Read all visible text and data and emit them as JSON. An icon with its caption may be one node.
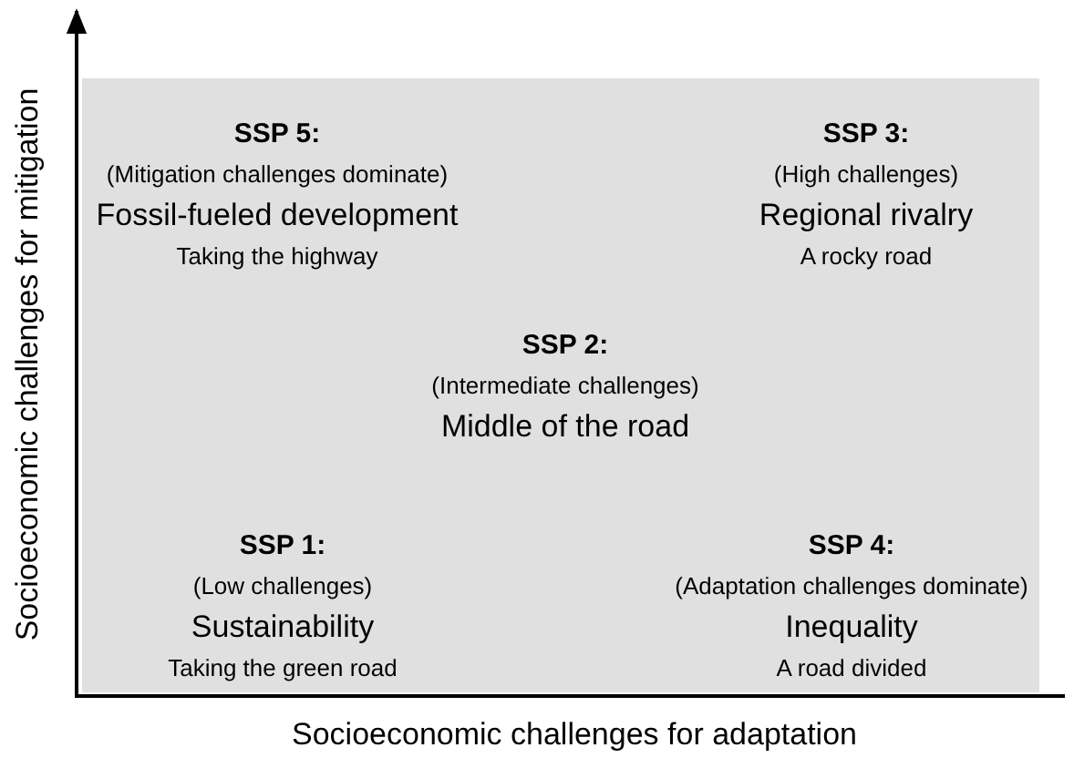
{
  "diagram": {
    "labels": [
      "SSP 5:",
      "(Mitigation challenges dominate)",
      "Fossil-fueled development",
      "Taking the highway",
      "SSP 3:",
      "(High challenges)",
      "Regional rivalry",
      "A rocky road",
      "SSP 2:",
      "(Intermediate challenges)",
      "Middle of the road",
      "SSP 1:",
      "(Low challenges)",
      "Sustainability",
      "Taking the green road",
      "SSP 4:",
      "(Adaptation challenges dominate)",
      "Inequality",
      "A road divided",
      "Socioeconomic challenges for mitigation",
      "Socioeconomic challenges for adaptation"
    ]
  }
}
